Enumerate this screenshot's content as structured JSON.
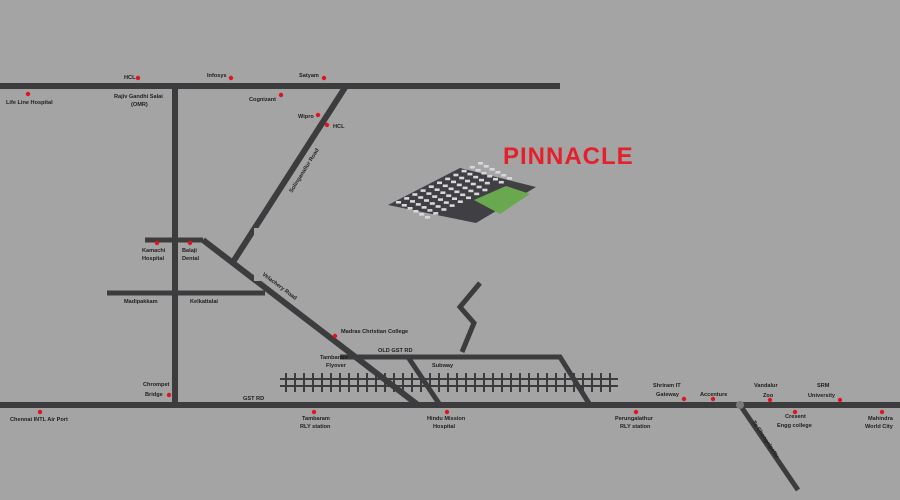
{
  "project": {
    "name": "PINNACLE"
  },
  "colors": {
    "background": "#a5a4a5",
    "road": "#3c3c3e",
    "marker": "#e0141e",
    "title": "#e3202b",
    "greenery": "#6aa84f"
  },
  "landmarks": {
    "hcl_top": "HCL",
    "infosys": "Infosys",
    "satyam": "Satyam",
    "life_line": "Life Line Hospital",
    "rajiv_1": "Rajiv Gandhi Salai",
    "rajiv_2": "(OMR)",
    "cognizant": "Cognizant",
    "wipro": "Wipro",
    "hcl_mid": "HCL",
    "kamachi_1": "Kamachi",
    "kamachi_2": "Hospital",
    "balaji_1": "Balaji",
    "balaji_2": "Dental",
    "madipakkam": "Madipakkam",
    "kelkattalai": "Kelkattalai",
    "mcc": "Madras Christian College",
    "tambaram_flyover_1": "Tambaram",
    "tambaram_flyover_2": "Flyover",
    "subway": "Subway",
    "chrompet_1": "Chrompet",
    "chrompet_2": "Bridge",
    "chennai_airport": "Chennai INTL Air Port",
    "tambaram_rly_1": "Tambaram",
    "tambaram_rly_2": "RLY station",
    "hindu_mission_1": "Hindu Mission",
    "hindu_mission_2": "Hospital",
    "shriram_1": "Shriram IT",
    "shriram_2": "Gateway",
    "accenture": "Accenture",
    "perungalathur_1": "Perungalathur",
    "perungalathur_2": "RLY station",
    "vandalur_1": "Vandalur",
    "vandalur_2": "Zoo",
    "srm_1": "SRM",
    "srm_2": "University",
    "cresent_1": "Cresent",
    "cresent_2": "Engg college",
    "mahindra_1": "Mahindra",
    "mahindra_2": "World City"
  },
  "roads": {
    "old_gst": "OLD GST RD",
    "gst": "GST RD",
    "velachery": "Velachery Road",
    "sholinganallur": "Solinganallur Road",
    "chengalpattu": "To Chengalpattu"
  }
}
